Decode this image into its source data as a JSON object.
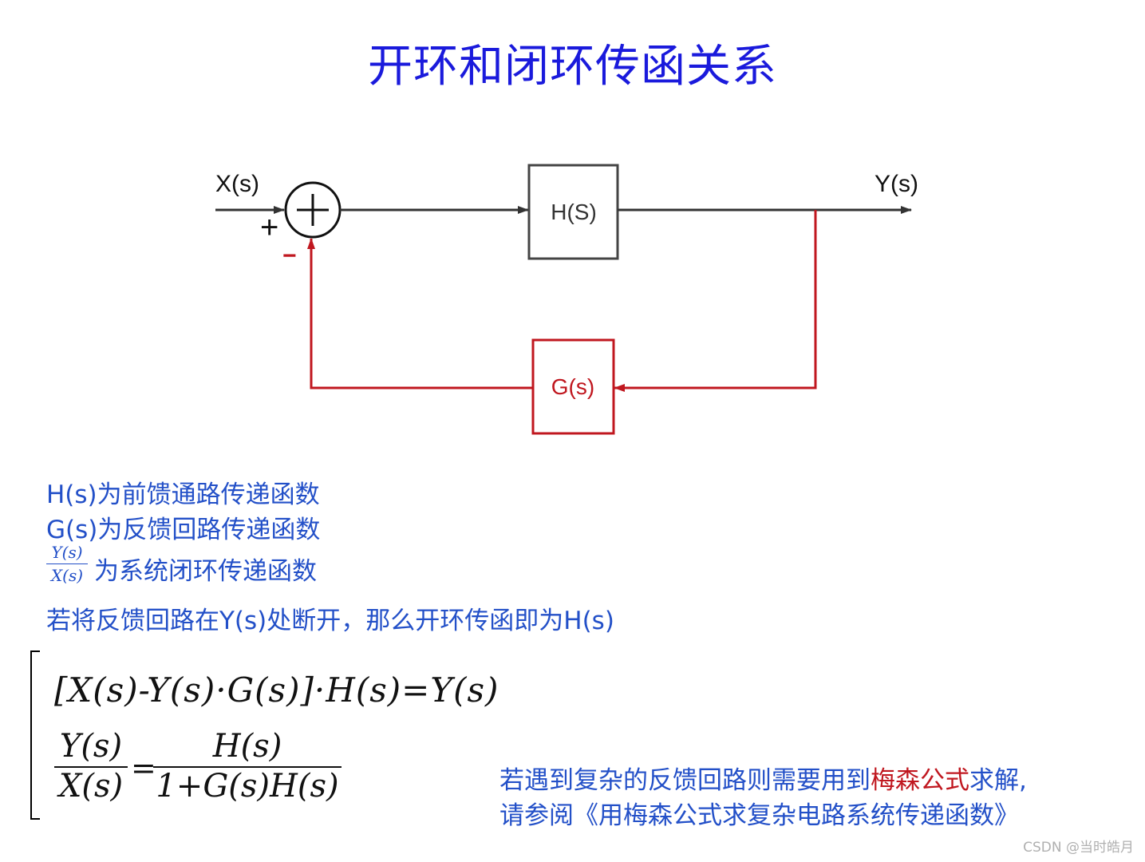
{
  "title": "开环和闭环传函关系",
  "diagram": {
    "input_label": "X(s)",
    "output_label": "Y(s)",
    "plus_sign": "+",
    "minus_sign": "−",
    "forward_block": "H(S)",
    "feedback_block": "G(s)",
    "colors": {
      "main": "#333333",
      "feedback": "#c0171f"
    }
  },
  "desc": {
    "line1": "H(s)为前馈通路传递函数",
    "line2": "G(s)为反馈回路传递函数",
    "fraction_num": "Y(s)",
    "fraction_den": "X(s)",
    "line3": "为系统闭环传递函数",
    "line4": "若将反馈回路在Y(s)处断开，那么开环传函即为H(s)"
  },
  "equations": {
    "eq1": "[X(s)-Y(s)·G(s)]·H(s)=Y(s)",
    "lhs_num": "Y(s)",
    "lhs_den": "X(s)",
    "equals": "=",
    "rhs_num": "H(s)",
    "rhs_den": "1+G(s)H(s)"
  },
  "note": {
    "line1_before": "若遇到复杂的反馈回路则需要用到",
    "line1_highlight": "梅森公式",
    "line1_after": "求解,",
    "line2": "请参阅《用梅森公式求复杂电路系统传递函数》"
  },
  "watermark": "CSDN @当时皓月"
}
